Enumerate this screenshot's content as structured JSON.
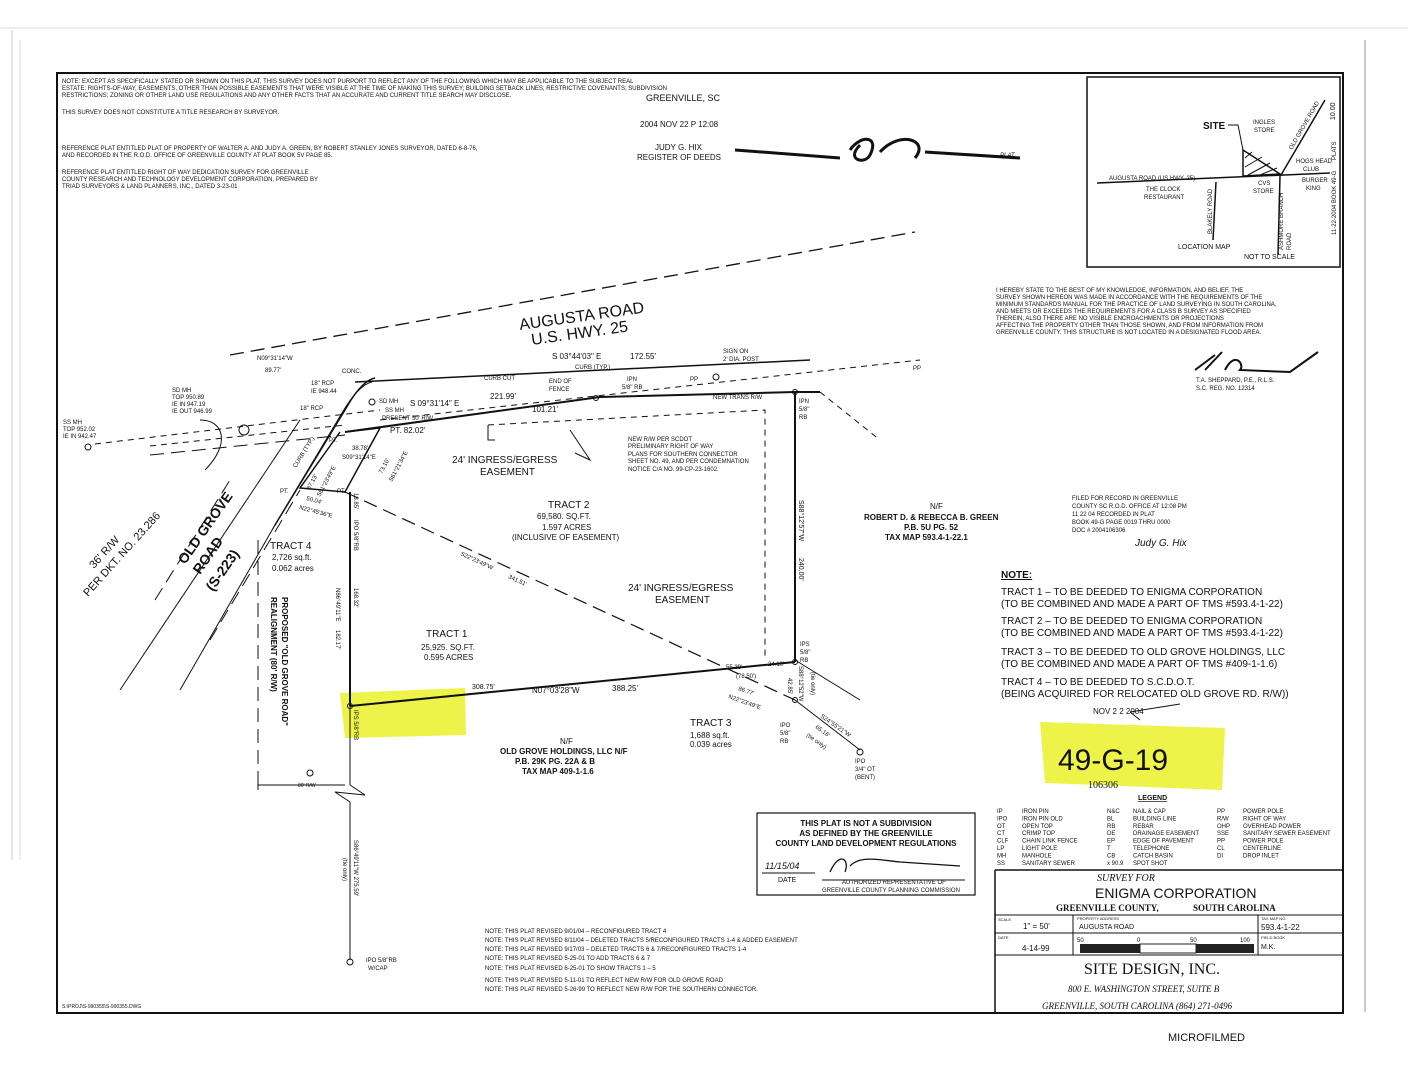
{
  "header_notes": {
    "note1_line1": "NOTE: EXCEPT AS SPECIFICALLY STATED OR SHOWN ON THIS PLAT, THIS SURVEY DOES NOT PURPORT TO REFLECT ANY OF THE FOLLOWING WHICH MAY BE APPLICABLE TO THE SUBJECT REAL",
    "note1_line2": "ESTATE: RIGHTS-OF-WAY, EASEMENTS, OTHER THAN POSSIBLE EASEMENTS THAT WERE VISIBLE AT THE TIME OF MAKING THIS SURVEY; BUILDING SETBACK LINES; RESTRICTIVE COVENANTS; SUBDIVISION",
    "note1_line3": "RESTRICTIONS; ZONING OR OTHER LAND USE REGULATIONS AND ANY OTHER FACTS THAT AN ACCURATE AND CURRENT TITLE SEARCH MAY DISCLOSE.",
    "note2": "THIS SURVEY DOES NOT CONSTITUTE A TITLE RESEARCH BY SURVEYOR.",
    "ref1_line1": "REFERENCE PLAT ENTITLED PLAT OF PROPERTY OF WALTER A. AND JUDY A. GREEN, BY ROBERT STANLEY JONES SURVEYOR, DATED 6-8-76,",
    "ref1_line2": "AND RECORDED IN THE R.O.D. OFFICE OF GREENVILLE COUNTY AT PLAT BOOK 5V PAGE 85.",
    "ref2_line1": "REFERENCE PLAT ENTITLED RIGHT OF WAY DEDICATION SURVEY FOR GREENVILLE",
    "ref2_line2": "COUNTY RESEARCH AND TECHNOLOGY DEVELOPMENT CORPORATION, PREPARED BY",
    "ref2_line3": "TRIAD SURVEYORS & LAND PLANNERS, INC., DATED 3-23-01"
  },
  "recording_stamp": {
    "city": "GREENVILLE, SC",
    "datetime": "2004 NOV 22 P 12:08",
    "name": "JUDY G. HIX",
    "title": "REGISTER OF DEEDS",
    "plat_label": "PLAT"
  },
  "location_map": {
    "site": "SITE",
    "ingles": [
      "INGLES",
      "STORE"
    ],
    "old_grove_road": "OLD GROVE ROAD",
    "hogs_head": [
      "HOGS HEAD",
      "CLUB"
    ],
    "augusta_road": "AUGUSTA ROAD (US HWY. 25)",
    "clock": [
      "THE CLOCK",
      "RESTAURANT"
    ],
    "cvs": [
      "CVS",
      "STORE"
    ],
    "burger_king": [
      "BURGER",
      "KING"
    ],
    "blakely": "BLAKELY ROAD",
    "ashmore": [
      "ASHMORE BRANCH",
      "ROAD"
    ],
    "title": "LOCATION MAP",
    "scale_note": "NOT TO SCALE",
    "margin_stamp_1": "10.00",
    "margin_stamp_2": "PLATS",
    "margin_stamp_3": "11-22-2004 BOOK 49-G"
  },
  "certification": {
    "lines": [
      "I HEREBY STATE TO THE BEST OF MY KNOWLEDGE, INFORMATION, AND BELIEF, THE",
      "SURVEY SHOWN HEREON WAS MADE IN ACCORDANCE WITH THE REQUIREMENTS OF THE",
      "MINIMUM STANDARDS MANUAL FOR THE PRACTICE OF LAND SURVEYING IN SOUTH CAROLINA,",
      "AND MEETS OR EXCEEDS THE REQUIREMENTS FOR A CLASS B SURVEY AS SPECIFIED",
      "THEREIN, ALSO THERE ARE NO VISIBLE ENCROACHMENTS OR PROJECTIONS",
      "AFFECTING THE PROPERTY OTHER THAN THOSE SHOWN, AND FROM INFORMATION FROM",
      "GREENVILLE     COUNTY. THIS STRUCTURE IS NOT LOCATED IN A DESIGNATED FLOOD AREA."
    ],
    "surveyor": "T.A. SHEPPARD, P.E., R.L.S.",
    "reg_no": "S.C. REG. NO. 12314"
  },
  "filed_stamp": {
    "lines": [
      "FILED FOR RECORD IN GREENVILLE",
      "COUNTY SC R.O.D. OFFICE AT 12:08 PM",
      "11 22 04  RECORDED IN PLAT",
      "BOOK 49-G  PAGE 0019  THRU 0000",
      "DOC # 2004106306"
    ],
    "signature": "Judy G. Hix"
  },
  "tract_notes": {
    "heading": "NOTE:",
    "items": [
      {
        "line1": "TRACT 1 – TO BE DEEDED TO ENIGMA CORPORATION",
        "line2": "(TO BE COMBINED AND MADE A PART OF TMS #593.4-1-22)"
      },
      {
        "line1": "TRACT 2 – TO BE DEEDED TO ENIGMA CORPORATION",
        "line2": "(TO BE COMBINED AND MADE A PART OF TMS #593.4-1-22)"
      },
      {
        "line1": "TRACT 3 – TO BE DEEDED TO OLD GROVE HOLDINGS, LLC",
        "line2": "(TO BE COMBINED AND MADE A PART OF TMS #409-1-1.6)"
      },
      {
        "line1": "TRACT 4 – TO BE DEEDED TO S.C.D.O.T.",
        "line2": "(BEING ACQUIRED FOR RELOCATED OLD GROVE RD. R/W))"
      }
    ],
    "received_date": "NOV 2 2 2004",
    "book_page": "49-G-19",
    "doc_no": "106306"
  },
  "legend": {
    "title": "LEGEND",
    "col1": [
      [
        "IP",
        "IRON PIN"
      ],
      [
        "IPO",
        "IRON PIN OLD"
      ],
      [
        "OT",
        "OPEN TOP"
      ],
      [
        "CT",
        "CRIMP TOP"
      ],
      [
        "CLF",
        "CHAIN LINK FENCE"
      ],
      [
        "LP",
        "LIGHT POLE"
      ],
      [
        "MH",
        "MANHOLE"
      ],
      [
        "SS",
        "SANITARY SEWER"
      ]
    ],
    "col2": [
      [
        "N&C",
        "NAIL & CAP"
      ],
      [
        "BL",
        "BUILDING LINE"
      ],
      [
        "RB",
        "REBAR"
      ],
      [
        "DE",
        "DRAINAGE EASEMENT"
      ],
      [
        "EP",
        "EDGE OF PAVEMENT"
      ],
      [
        "T",
        "TELEPHONE"
      ],
      [
        "CB",
        "CATCH BASIN"
      ],
      [
        "x 90.9",
        "SPOT SHOT"
      ]
    ],
    "col3": [
      [
        "PP",
        "POWER POLE"
      ],
      [
        "R/W",
        "RIGHT OF WAY"
      ],
      [
        "OHP",
        "OVERHEAD POWER"
      ],
      [
        "SSE",
        "SANITARY SEWER EASEMENT"
      ],
      [
        "PP",
        "POWER POLE"
      ],
      [
        "CL",
        "CENTERLINE"
      ],
      [
        "DI",
        "DROP INLET"
      ]
    ]
  },
  "title_block": {
    "survey_for": "SURVEY          FOR",
    "client": "ENIGMA CORPORATION",
    "county": "GREENVILLE COUNTY,",
    "state": "SOUTH CAROLINA",
    "scale_label": "SCALE",
    "scale_value": "1\" = 50'",
    "address_label": "PROPERTY ADDRESS",
    "address_value": "AUGUSTA ROAD",
    "tax_map_label": "TAX MAP NO.",
    "tax_map_value": "593.4-1-22",
    "date_label": "DATE",
    "date_value": "4-14-99",
    "scale_bar_ticks": [
      "50",
      "0",
      "50",
      "100"
    ],
    "field_book_label": "FIELD BOOK",
    "field_book_value": "M.K.",
    "firm": "SITE DESIGN, INC.",
    "street": "800 E. WASHINGTON STREET, SUITE B",
    "city_phone": "GREENVILLE, SOUTH CAROLINA   (864) 271-0496"
  },
  "subdivision_box": {
    "line1": "THIS PLAT IS NOT A SUBDIVISION",
    "line2": "AS DEFINED BY THE GREENVILLE",
    "line3": "COUNTY LAND DEVELOPMENT REGULATIONS",
    "date_value": "11/15/04",
    "date_label": "DATE",
    "rep_line1": "AUTHORIZED REPRESENTATIVE OF",
    "rep_line2": "GREENVILLE COUNTY PLANNING COMMISSION"
  },
  "revisions": [
    "NOTE:  THIS PLAT REVISED 9/01/04 – RECONFIGURED TRACT 4",
    "NOTE:  THIS PLAT REVISED 8/11/04 – DELETED TRACTS 5/RECONFIGURED TRACTS 1-4 & ADDED EASEMENT",
    "NOTE:  THIS PLAT REVISED 9/17/03 – DELETED TRACTS 6 & 7/RECONFIGURED TRACTS 1-4",
    "NOTE:  THIS PLAT REVISED 5-25-01 TO ADD TRACTS 6 & 7",
    "NOTE:  THIS PLAT REVISED 6-25-01 TO SHOW TRACTS 1 – 5",
    "NOTE:  THIS PLAT REVISED 5-11-01 TO REFLECT NEW R/W FOR OLD GROVE ROAD",
    "NOTE:  THIS PLAT REVISED 5-26-99 TO REFLECT NEW R/W FOR THE SOUTHERN CONNECTOR."
  ],
  "file_path": "S:\\PROJ\\S-990355\\S-990355.DWG",
  "microfilmed": "MICROFILMED",
  "plat": {
    "augusta_1": "AUGUSTA ROAD",
    "augusta_2": "U.S. HWY. 25",
    "brg_top": "S 03°44'03\" E",
    "dist_top": "172.55'",
    "sign_1": "SIGN ON",
    "sign_2": "2' DIA. POST",
    "curb_typ": "CURB (TYP.)",
    "curb_cut": "CURB CUT",
    "fence_1": "END OF",
    "fence_2": "FENCE",
    "ipn_1": "IPN",
    "ipn_2": "5/8\" RB",
    "pp1": "PP",
    "pp2": "PP",
    "new_trans": "NEW TRANS R/W",
    "d221": "221.99'",
    "d101": "101.21'",
    "brg_s09": "S 09°31'14\" E",
    "present_rw": "PRESENT 50' R/W",
    "pt82": "PT. 82.02'",
    "n09": "N09°31'14\"W",
    "d89": "89.77'",
    "conc": "CONC.",
    "rcp1_1": "18\" RCP",
    "rcp1_2": "IE 948.44",
    "rcp2": "18\" RCP",
    "sdmh_1": "SD MH",
    "sdmh_2": "TOP 950.89",
    "sdmh_3": "IE IN 947.19",
    "sdmh_4": "IE OUT 946.99",
    "ssmh_1": "SS MH",
    "ssmh_2": "TOP 952.02",
    "ssmh_3": "IE IN 942.47",
    "sdmh_b": "SD MH",
    "ssmh_b": "SS MH",
    "d38": "38.78'",
    "s09b": "S09°31'14\"E",
    "d87": "87.13'",
    "s61a": "S61°23'49\"E",
    "d73": "73.10'",
    "s61b": "S61°21'34\"E",
    "pt_a": "PT.",
    "pt_b": "PT.",
    "pt_c": "PT.",
    "d50": "50.04'",
    "n22a": "N22°45'36\"E",
    "curb_typ2": "CURB (TYP.)",
    "rw36": "36' R/W",
    "dkt": "PER DKT. NO. 23.286",
    "ogr_1": "OLD GROVE",
    "ogr_2": "ROAD",
    "ogr_3": "(S-223)",
    "t4_1": "TRACT 4",
    "t4_2": "2,726 sq.ft.",
    "t4_3": "0.062 acres",
    "prop_1": "PROPOSED \"OLD GROVE ROAD\"",
    "prop_2": "REALIGNMENT (80' R/W)",
    "d13": "13.85'",
    "ipo58": "IPO 5/8\"RB",
    "n86": "N86°49'11\"E",
    "d168": "168.32'",
    "d182": "182.17'",
    "s22": "S22°23'49\"W",
    "d341": "341.51'",
    "ie1_1": "24' INGRESS/EGRESS",
    "ie1_2": "EASEMENT",
    "t2_1": "TRACT 2",
    "t2_2": "69,580. SQ.FT.",
    "t2_3": "1.597 ACRES",
    "t2_4": "(INCLUSIVE OF EASEMENT)",
    "newrw": [
      "NEW R/W PER SCDOT",
      "PRELIMINARY RIGHT OF WAY",
      "PLANS FOR SOUTHERN CONNECTOR",
      "SHEET NO. 49, AND PER CONDEMNATION",
      "NOTICE C/A NO. 99-CP-23-1602."
    ],
    "ipn_r1": "IPN",
    "ipn_r2": "5/8\"",
    "ipn_r3": "RB",
    "s88": "S88°12'57\"W",
    "d240": "240.00'",
    "ie2_1": "24' INGRESS/EGRESS",
    "ie2_2": "EASEMENT",
    "t1_1": "TRACT 1",
    "t1_2": "25,925. SQ.FT.",
    "t1_3": "0.595 ACRES",
    "d308": "308.75'",
    "n07": "N07°03'28\"W",
    "d388": "388.25'",
    "d55": "55.39'",
    "d24": "24.10'",
    "d78": "(78.50')",
    "d86": "86.77'",
    "n22b": "N22°23'49\"E",
    "ips_1": "IPS",
    "ips_2": "5/8\"",
    "ips_3": "RB",
    "s88b": "S88°12'52\"W",
    "d42": "42.85'",
    "tie1": "(tie only)",
    "t3_1": "TRACT 3",
    "t3_2": "1,688 sq.ft.",
    "t3_3": "0.039 acres",
    "ipo_1": "IPO",
    "ipo_2": "5/8\"",
    "ipo_3": "RB",
    "s24": "S24°55'21\"W",
    "d65": "65.16'",
    "tie2": "(tie only)",
    "ipo3_1": "IPO",
    "ipo3_2": "3/4\" OT",
    "ipo3_3": "(BENT)",
    "og_1": "N/F",
    "og_2": "OLD GROVE HOLDINGS, LLC N/F",
    "og_3": "P.B. 29K PG. 22A & B",
    "og_4": "TAX MAP 409-1-1.6",
    "ips_bottom": "IPS 5/8\"RB",
    "rw80": "80' R/W",
    "s86": "S86°49'11\"W  275.59'",
    "tie3": "(tie only)",
    "ipo_w1": "IPO 5/8\"RB",
    "ipo_w2": "W/CAP",
    "gr_1": "N/F",
    "gr_2": "ROBERT D. & REBECCA B. GREEN",
    "gr_3": "P.B. 5U PG. 52",
    "gr_4": "TAX MAP 593.4-1-22.1"
  },
  "colors": {
    "highlight": "#eef34a",
    "ink": "#111111"
  }
}
